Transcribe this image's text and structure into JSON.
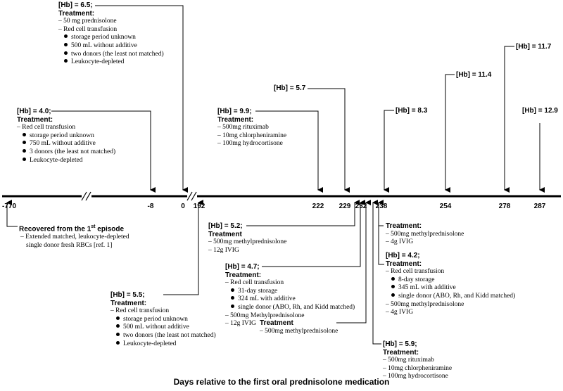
{
  "ticks": [
    "-770",
    "-8",
    "0",
    "192",
    "222",
    "229",
    "232",
    "238",
    "254",
    "278",
    "287"
  ],
  "x_axis_title": "Days relative to the first oral prednisolone medication",
  "recovered": {
    "title": "Recovered from the 1",
    "title_sup": "st",
    "title_end": " episode",
    "lines": [
      "– Extended matched, leukocyte-depleted",
      "single donor fresh RBCs [ref. 1]"
    ]
  },
  "top": {
    "d6": {
      "hb": "[Hb] = 6.5;",
      "treatment": "Treatment:",
      "items": [
        "– 50 mg prednisolone",
        "– Red cell transfusion"
      ],
      "bullets": [
        "storage period unknown",
        "500 mL without additive",
        "two donors (the least not matched)",
        "Leukocyte-depleted"
      ]
    },
    "d4": {
      "hb": "[Hb] = 4.0;",
      "treatment": "Treatment:",
      "items": [
        "– Red cell transfusion"
      ],
      "bullets": [
        "storage period unknown",
        "750 mL without additive",
        "3 donors (the least not matched)",
        "Leukocyte-depleted"
      ]
    },
    "d99": {
      "hb": "[Hb] = 9.9;",
      "treatment": "Treatment:",
      "items": [
        "– 500mg rituximab",
        "– 10mg chlorpheniramine",
        "– 100mg hydrocortisone"
      ]
    },
    "d57": {
      "hb": "[Hb] = 5.7"
    },
    "d83": {
      "hb": "[Hb] = 8.3"
    },
    "d114": {
      "hb": "[Hb] = 11.4"
    },
    "d117": {
      "hb": "[Hb] = 11.7"
    },
    "d129": {
      "hb": "[Hb] = 12.9"
    }
  },
  "bottom": {
    "d52": {
      "hb": "[Hb] = 5.2;",
      "treatment": "Treatment",
      "items": [
        "– 500mg methylprednisolone",
        "– 12g IVIG"
      ]
    },
    "d47": {
      "hb": "[Hb] = 4.7;",
      "treatment": "Treatment:",
      "items": [
        "– Red cell transfusion"
      ],
      "bullets": [
        "31-day storage",
        "324 mL with additive",
        "single donor (ABO, Rh, and Kidd matched)"
      ],
      "items2": [
        "– 500mg Methylprednisolone",
        "– 12g IVIG"
      ]
    },
    "d55": {
      "hb": "[Hb] = 5.5;",
      "treatment": "Treatment:",
      "items": [
        "– Red cell transfusion"
      ],
      "bullets": [
        "storage period unknown",
        "500 mL without additive",
        "two donors (the least not matched)",
        "Leukocyte-depleted"
      ]
    },
    "tmp": {
      "treatment": "Treatment",
      "items": [
        "– 500mg methylprednisolone"
      ]
    },
    "tr238": {
      "treatment": "Treatment:",
      "items": [
        "– 500mg methylprednisolone",
        "– 4g IVIG"
      ]
    },
    "d42": {
      "hb": "[Hb] = 4.2;",
      "treatment": "Treatment:",
      "items": [
        "– Red cell transfusion"
      ],
      "bullets": [
        "8-day storage",
        "345 mL with additive",
        "single donor (ABO, Rh, and Kidd matched)"
      ],
      "items2": [
        "– 500mg methylprednisolone",
        "– 4g IVIG"
      ]
    },
    "d59": {
      "hb": "[Hb] = 5.9;",
      "treatment": "Treatment:",
      "items": [
        "– 500mg rituximab",
        "– 10mg chlorpheniramine",
        "– 100mg hydrocortisone"
      ]
    }
  }
}
